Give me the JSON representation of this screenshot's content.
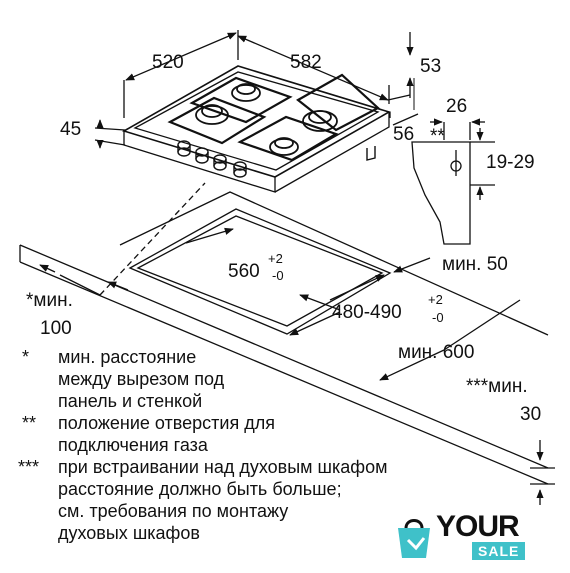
{
  "dimensions": {
    "width_top": "520",
    "depth_top": "582",
    "right_53": "53",
    "left_45": "45",
    "right_56": "56",
    "gas_26": "26",
    "gas_marker": "**",
    "gas_range": "19-29",
    "cutout_width_main": "560",
    "cutout_width_plus": "+2",
    "cutout_width_minus": "-0",
    "cutout_depth_main": "480-490",
    "cutout_depth_plus": "+2",
    "cutout_depth_minus": "-0",
    "min_50": "мин. 50",
    "min_600": "мин. 600",
    "left_min_label": "*мин.",
    "left_min_value": "100",
    "bottom_min_label": "***мин.",
    "bottom_min_value": "30"
  },
  "notes": [
    {
      "marker": "*",
      "lines": [
        "мин. расстояние",
        "между вырезом под",
        "панель и стенкой"
      ]
    },
    {
      "marker": "**",
      "lines": [
        "положение отверстия для",
        "подключения газа"
      ]
    },
    {
      "marker": "***",
      "lines": [
        "при встраивании над духовым шкафом",
        "расстояние должно быть больше;",
        "см. требования по монтажу",
        "духовых шкафов"
      ]
    }
  ],
  "logo": {
    "word": "YOUR",
    "badge": "SALE",
    "accent": "#3fc1c9"
  }
}
